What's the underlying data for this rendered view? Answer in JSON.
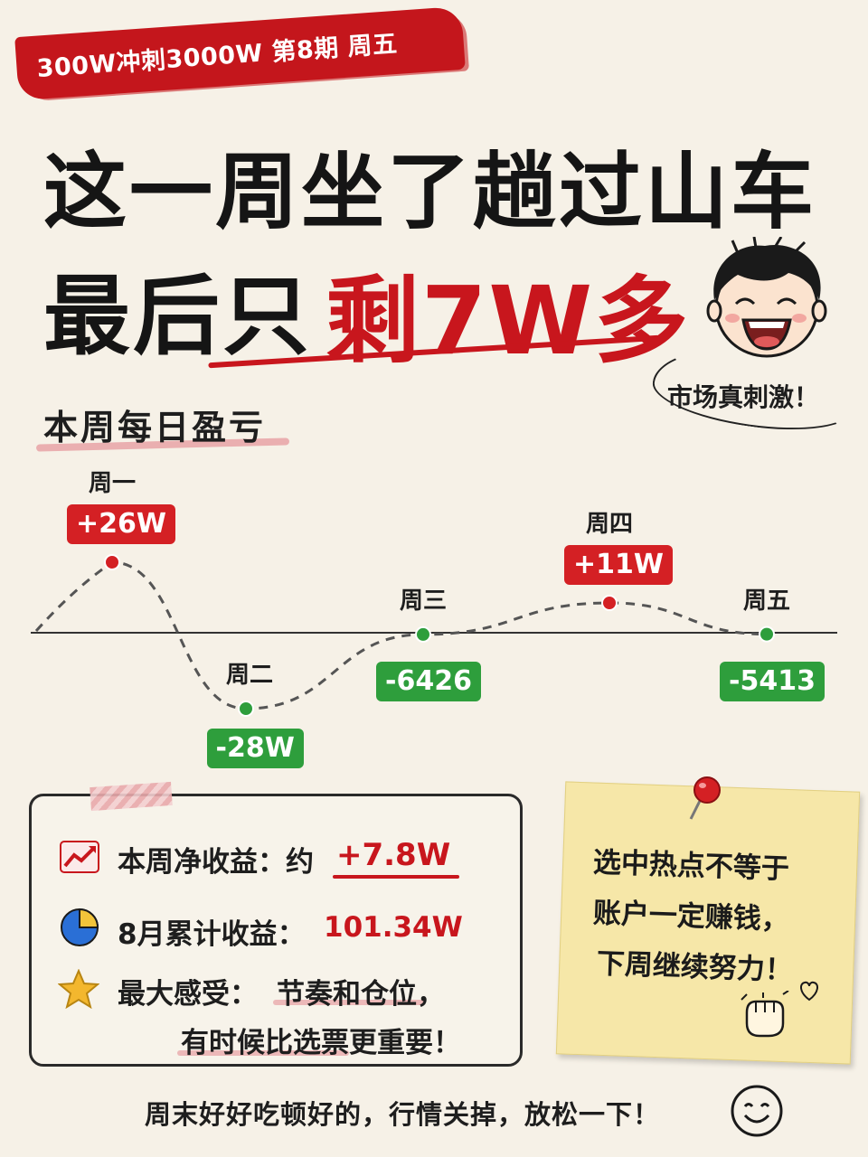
{
  "header": {
    "tag": "300W冲刺3000W 第8期 周五",
    "headline_line1": "这一周坐了趟过山车",
    "headline_line2_prefix": "最后只",
    "headline_line2_emphasis": "剩7W多",
    "speech_bubble": "市场真刺激！"
  },
  "section_title": "本周每日盈亏",
  "chart_data": {
    "type": "line",
    "categories": [
      "周一",
      "周二",
      "周三",
      "周四",
      "周五"
    ],
    "series": [
      {
        "values": [
          26,
          -28,
          -0.6426,
          11,
          -0.5413
        ]
      }
    ],
    "data_labels": [
      "+26W",
      "-28W",
      "-6426",
      "+11W",
      "-5413"
    ],
    "positive_color": "#d42024",
    "negative_color": "#2e9e3c"
  },
  "summary": {
    "row1_label": "本周净收益：约",
    "row1_value": "+7.8W",
    "row2_label": "8月累计收益：",
    "row2_value": "101.34W",
    "row3_line1_label": "最大感受：",
    "row3_line1_value": "节奏和仓位，",
    "row3_line2": "有时候比选票更重要！",
    "icons": [
      "trend-up-icon",
      "pie-chart-icon",
      "star-icon"
    ]
  },
  "note": {
    "line1": "选中热点不等于",
    "line2": "账户一定赚钱，",
    "line3": "下周继续努力！"
  },
  "footer": {
    "text": "周末好好吃顿好的，行情关掉，放松一下！"
  }
}
